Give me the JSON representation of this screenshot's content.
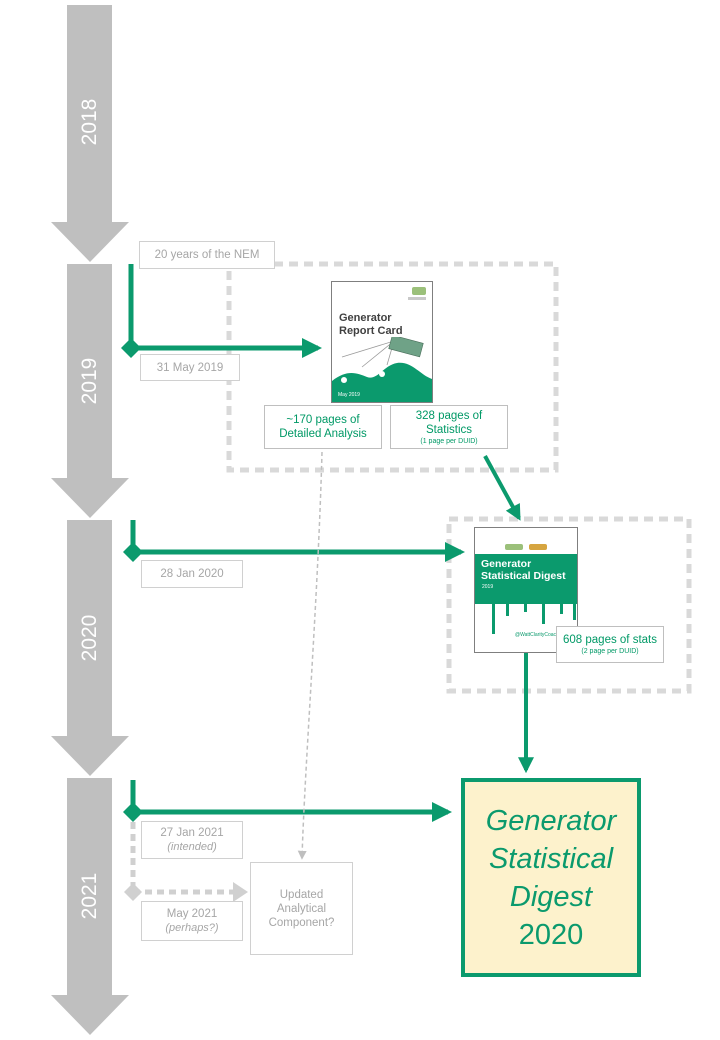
{
  "timeline": {
    "years": [
      "2018",
      "2019",
      "2020",
      "2021"
    ]
  },
  "labels": {
    "nem20": "20 years of the NEM",
    "may2019": "31 May 2019",
    "jan2020": "28 Jan 2020",
    "jan2021": "27 Jan 2021",
    "jan2021_note": "(intended)",
    "may2021": "May 2021",
    "may2021_note": "(perhaps?)"
  },
  "report_card": {
    "title_line1": "Generator",
    "title_line2": "Report  Card",
    "footer": "May 2019",
    "analysis_line1": "~170 pages of",
    "analysis_line2": "Detailed Analysis",
    "stats_line1": "328 pages of",
    "stats_line2": "Statistics",
    "stats_note": "(1 page per DUID)"
  },
  "digest_cover": {
    "title_line1": "Generator",
    "title_line2": "Statistical Digest",
    "year": "2019",
    "footer": "@WattClarityCoach",
    "stats_line1": "608 pages of stats",
    "stats_note": "(2 page per DUID)"
  },
  "updated_component": {
    "line1": "Updated",
    "line2": "Analytical",
    "line3": "Component?"
  },
  "final_box": {
    "line1": "Generator",
    "line2": "Statistical",
    "line3": "Digest",
    "line4": "2020"
  },
  "colors": {
    "green": "#0b9a6d",
    "grey_arrow": "#bfbfbf",
    "dashed_grey": "#d9d9d9",
    "highlight_fill": "#fdf2cc"
  }
}
